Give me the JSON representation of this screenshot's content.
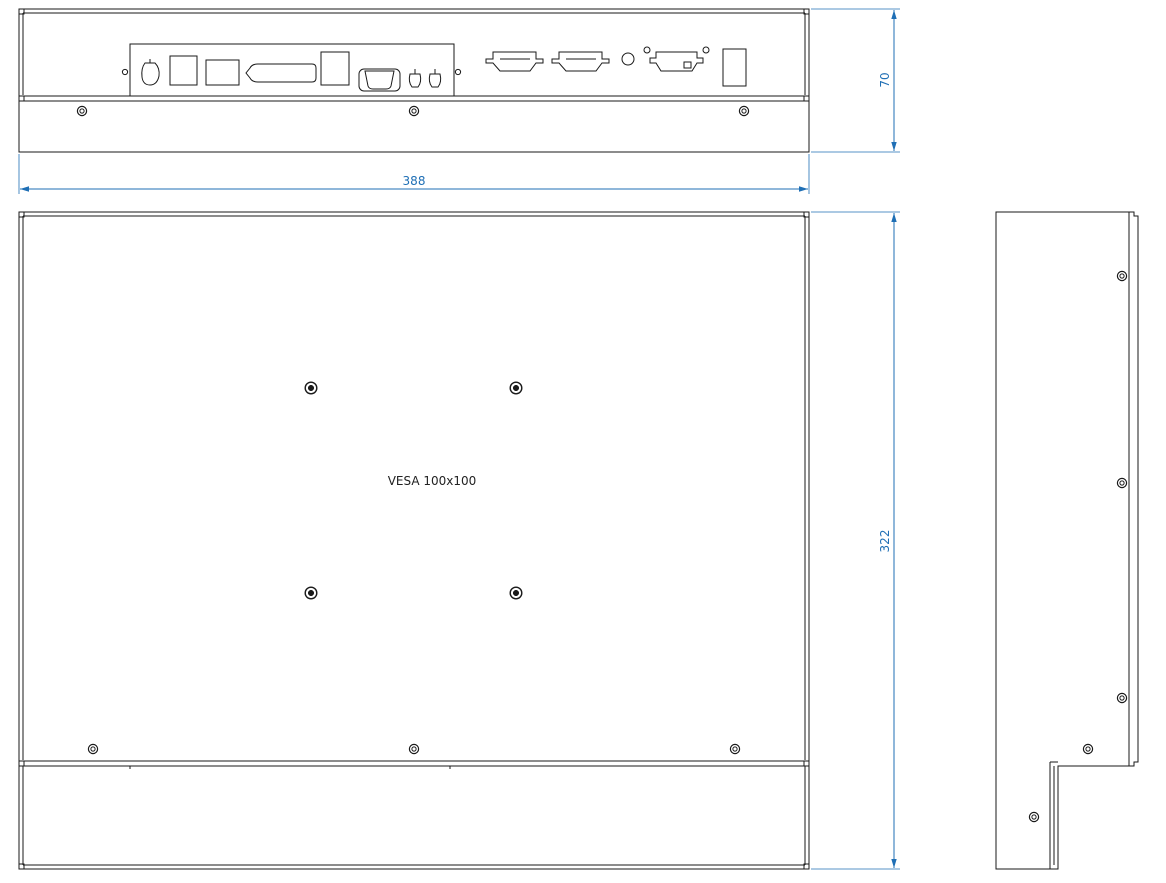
{
  "colors": {
    "outline": "#1a1a1a",
    "dimension": "#1f6fb5",
    "background": "#ffffff"
  },
  "dimensions": {
    "width_label": "388",
    "height_front_label": "322",
    "depth_label": "70"
  },
  "labels": {
    "vesa": "VESA 100x100"
  },
  "views": [
    "top-view",
    "front-view",
    "side-view"
  ],
  "icons": [
    "screw-icon",
    "power-jack-icon",
    "usb-port-icon",
    "lan-port-icon",
    "dvi-port-icon",
    "vga-port-icon",
    "audio-jack-icon",
    "serial-port-icon",
    "power-switch-icon"
  ]
}
